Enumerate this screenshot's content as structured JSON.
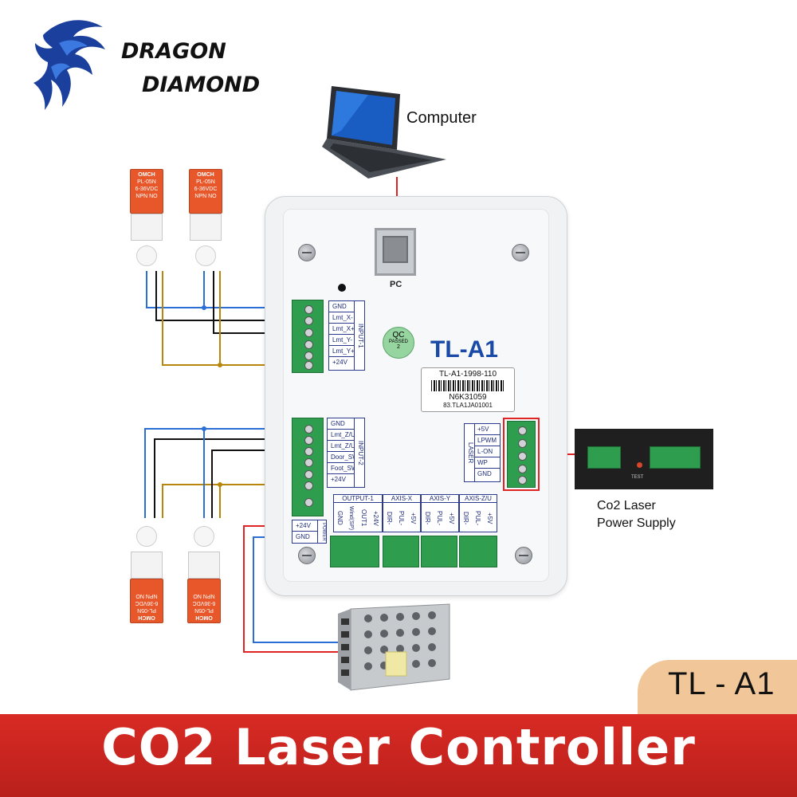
{
  "brand": {
    "line1": "DRAGON",
    "line2": "DIAMOND",
    "accent": "#1b3f9c"
  },
  "computer": {
    "label": "Computer"
  },
  "controller": {
    "model": "TL-A1",
    "pc_port_label": "PC",
    "qc": {
      "line1": "QC",
      "line2": "PASSED",
      "line3": "2"
    },
    "sticker": {
      "line1": "TL-A1-1998-110",
      "line2": "N6K31059",
      "line3": "83.TLA1JA01001"
    },
    "input1": {
      "title": "INPUT-1",
      "rows": [
        "GND",
        "Lmt_X-",
        "Lmt_X+",
        "Lmt_Y-",
        "Lmt_Y+",
        "+24V"
      ]
    },
    "input2": {
      "title": "INPUT-2",
      "rows": [
        "GND",
        "Lmt_Z/U-",
        "Lmt_Z/U+",
        "Door_SW",
        "Foot_SW",
        "+24V"
      ]
    },
    "laser": {
      "title": "LASER",
      "rows": [
        "+5V",
        "LPWM",
        "L-ON",
        "WP",
        "GND"
      ]
    },
    "power": {
      "title": "POWER",
      "rows": [
        "+24V",
        "GND"
      ]
    },
    "outputs": [
      {
        "title": "OUTPUT-1",
        "pins": [
          "GND",
          "Wind(SP)",
          "OUT1",
          "+24V"
        ]
      },
      {
        "title": "AXIS-X",
        "pins": [
          "DIR-",
          "PUL-",
          "+5V"
        ]
      },
      {
        "title": "AXIS-Y",
        "pins": [
          "DIR-",
          "PUL-",
          "+5V"
        ]
      },
      {
        "title": "AXIS-Z/U",
        "pins": [
          "DIR-",
          "PUL-",
          "+5V"
        ]
      }
    ]
  },
  "psu": {
    "label_line1": "Co2 Laser",
    "label_line2": "Power Supply",
    "test_label": "TEST"
  },
  "sensors": {
    "brand": "OMCH",
    "model": "PL-05N",
    "spec1": "NPN NO",
    "spec2": "6-36VDC"
  },
  "badge": {
    "text": "TL - A1"
  },
  "banner": {
    "title": "CO2 Laser Controller",
    "color": "#c8221d"
  },
  "colors": {
    "wire_blue": "#2a6fd6",
    "wire_black": "#111111",
    "wire_brown": "#b8860b",
    "wire_red": "#e02424",
    "terminal_green": "#2e9d4e"
  }
}
